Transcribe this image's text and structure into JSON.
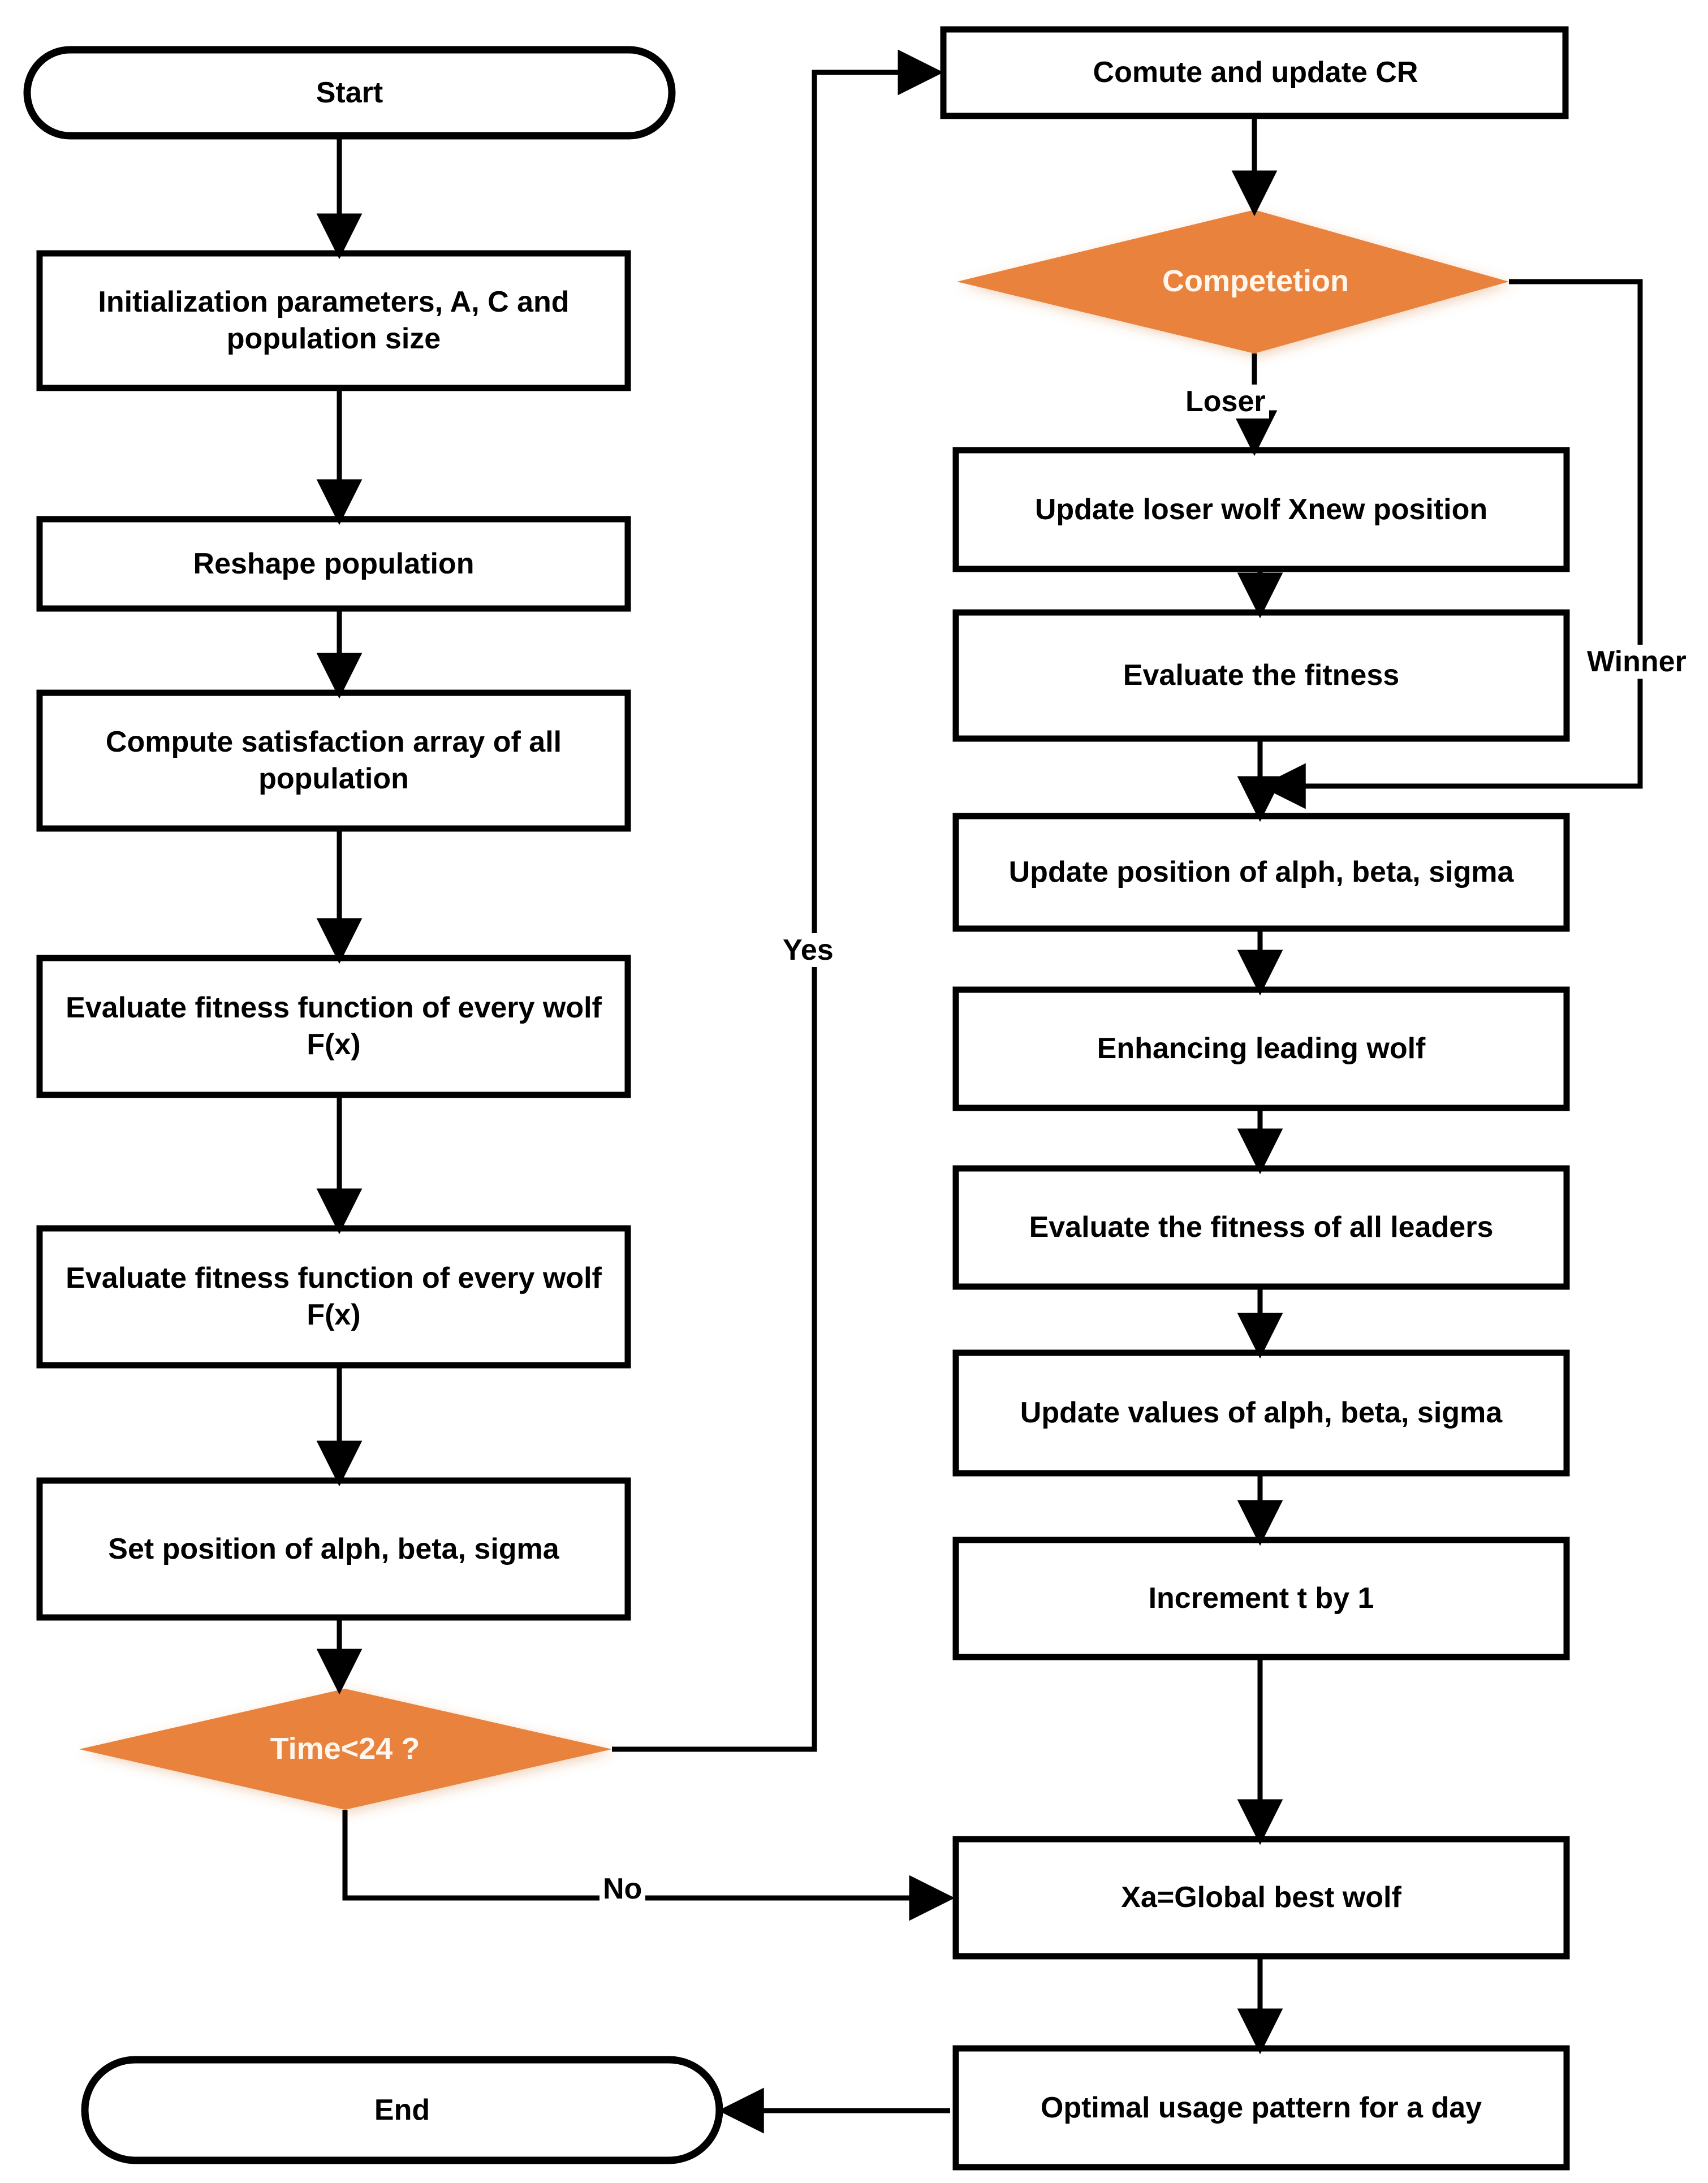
{
  "diagram": {
    "title": "Grey Wolf Optimizer flowchart",
    "colors": {
      "decision_fill": "#E8823C",
      "decision_text": "#FFF7EE",
      "process_stroke": "#000000",
      "process_fill": "#FFFFFF",
      "background": "#FFFFFF"
    },
    "nodes": [
      {
        "id": "start",
        "shape": "terminator",
        "label": "Start"
      },
      {
        "id": "init",
        "shape": "process",
        "label": "Initialization parameters, A, C and population size"
      },
      {
        "id": "reshape",
        "shape": "process",
        "label": "Reshape population"
      },
      {
        "id": "satisfaction",
        "shape": "process",
        "label": "Compute satisfaction array of all population"
      },
      {
        "id": "fitness1",
        "shape": "process",
        "label": "Evaluate fitness function of every wolf F(x)"
      },
      {
        "id": "fitness2",
        "shape": "process",
        "label": "Evaluate fitness function of every wolf F(x)"
      },
      {
        "id": "setpos",
        "shape": "process",
        "label": "Set position of alph, beta, sigma"
      },
      {
        "id": "time24",
        "shape": "decision",
        "label": "Time<24 ?"
      },
      {
        "id": "cr",
        "shape": "process",
        "label": "Comute and update CR"
      },
      {
        "id": "competetion",
        "shape": "decision",
        "label": "Competetion"
      },
      {
        "id": "loserpos",
        "shape": "process",
        "label": "Update loser wolf Xnew position"
      },
      {
        "id": "evalfit",
        "shape": "process",
        "label": "Evaluate the fitness"
      },
      {
        "id": "updatepos",
        "shape": "process",
        "label": "Update position of alph, beta, sigma"
      },
      {
        "id": "enhance",
        "shape": "process",
        "label": "Enhancing leading wolf"
      },
      {
        "id": "evalleaders",
        "shape": "process",
        "label": "Evaluate the fitness of all leaders"
      },
      {
        "id": "updateval",
        "shape": "process",
        "label": "Update values of alph, beta, sigma"
      },
      {
        "id": "increment",
        "shape": "process",
        "label": "Increment t by 1"
      },
      {
        "id": "globalbest",
        "shape": "process",
        "label": "Xa=Global best wolf"
      },
      {
        "id": "optimal",
        "shape": "process",
        "label": "Optimal usage pattern for a day"
      },
      {
        "id": "end",
        "shape": "terminator",
        "label": "End"
      }
    ],
    "edge_labels": [
      {
        "id": "yes",
        "label": "Yes"
      },
      {
        "id": "no",
        "label": "No"
      },
      {
        "id": "loser",
        "label": "Loser"
      },
      {
        "id": "winner",
        "label": "Winner"
      }
    ]
  }
}
